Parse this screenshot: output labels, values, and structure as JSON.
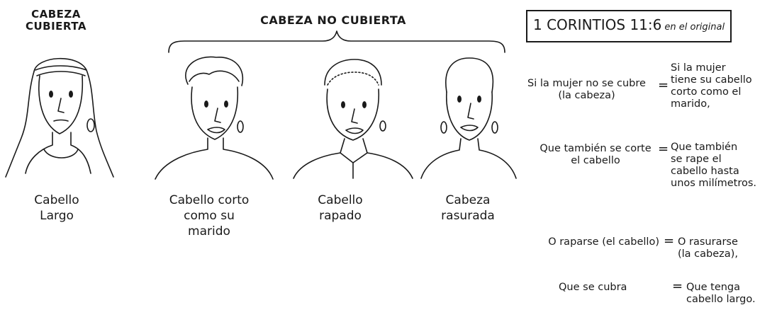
{
  "headers": {
    "covered": "CABEZA\nCUBIERTA",
    "uncovered": "CABEZA NO CUBIERTA"
  },
  "figures": [
    {
      "caption": "Cabello\nLargo",
      "icon": "woman-long-hair-veil"
    },
    {
      "caption": "Cabello corto\ncomo su\nmarido",
      "icon": "woman-short-hair"
    },
    {
      "caption": "Cabello\nrapado",
      "icon": "woman-cropped-hair"
    },
    {
      "caption": "Cabeza\nrasurada",
      "icon": "woman-shaved-head"
    }
  ],
  "reference": {
    "title": "1 CORINTIOS 11:6",
    "note": "en el original"
  },
  "equivalences": [
    {
      "left": "Si la mujer no se cubre\n(la cabeza)",
      "sign": "=",
      "right": "Si la mujer\ntiene su cabello\ncorto como el\nmarido,"
    },
    {
      "left": "Que también se corte\nel cabello",
      "sign": "=",
      "right": "Que también\nse rape el\ncabello hasta\nunos milímetros."
    },
    {
      "left": "O raparse (el cabello)",
      "sign": "=",
      "right": "O rasurarse\n(la cabeza),"
    },
    {
      "left": "Que se cubra",
      "sign": "=",
      "right": "Que tenga\ncabello largo."
    }
  ]
}
